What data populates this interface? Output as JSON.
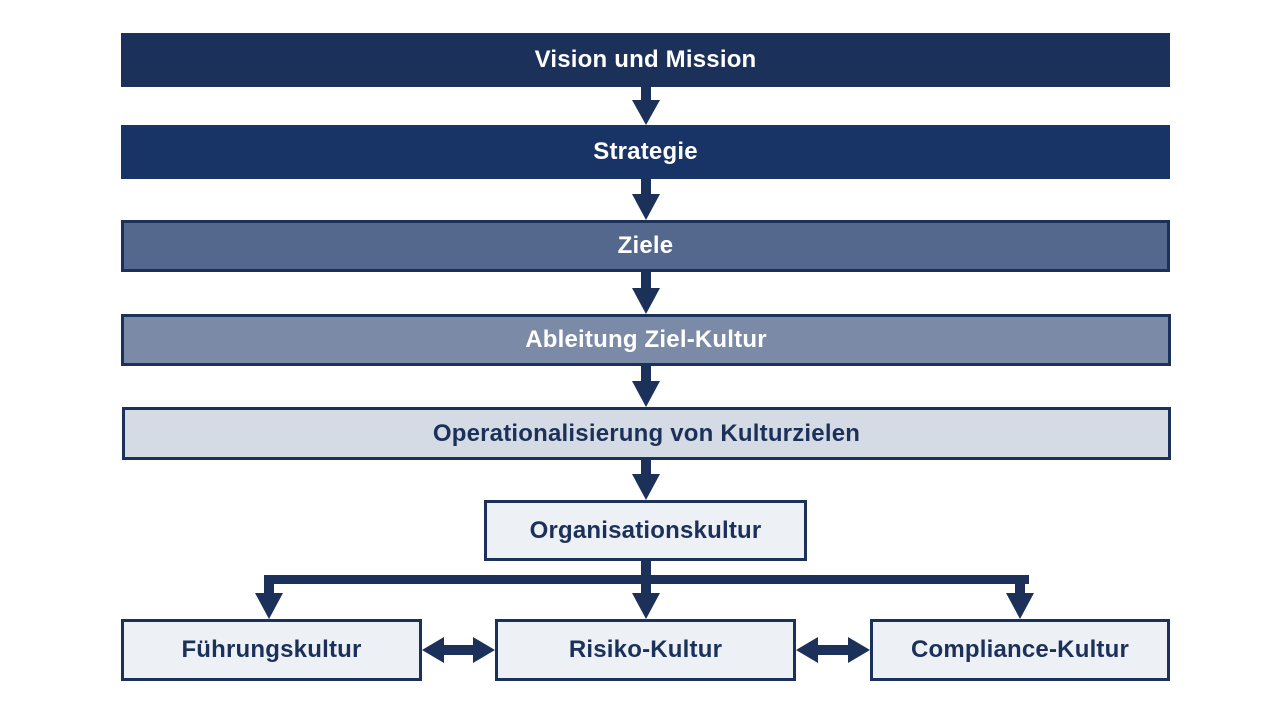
{
  "diagram": {
    "nodes": {
      "vision": "Vision und Mission",
      "strategie": "Strategie",
      "ziele": "Ziele",
      "ableitung": "Ableitung Ziel-Kultur",
      "operationalisierung": "Operationalisierung von Kulturzielen",
      "organisationskultur": "Organisationskultur",
      "fuehrungskultur": "Führungskultur",
      "risikokultur": "Risiko-Kultur",
      "compliancekultur": "Compliance-Kultur"
    },
    "edges": [
      {
        "from": "vision",
        "to": "strategie",
        "type": "down-arrow"
      },
      {
        "from": "strategie",
        "to": "ziele",
        "type": "down-arrow"
      },
      {
        "from": "ziele",
        "to": "ableitung",
        "type": "down-arrow"
      },
      {
        "from": "ableitung",
        "to": "operationalisierung",
        "type": "down-arrow"
      },
      {
        "from": "operationalisierung",
        "to": "organisationskultur",
        "type": "down-arrow"
      },
      {
        "from": "organisationskultur",
        "to": "fuehrungskultur",
        "type": "branch-arrow"
      },
      {
        "from": "organisationskultur",
        "to": "risikokultur",
        "type": "branch-arrow"
      },
      {
        "from": "organisationskultur",
        "to": "compliancekultur",
        "type": "branch-arrow"
      },
      {
        "from": "fuehrungskultur",
        "to": "risikokultur",
        "type": "double-arrow"
      },
      {
        "from": "risikokultur",
        "to": "compliancekultur",
        "type": "double-arrow"
      }
    ],
    "colors": {
      "dark_navy": "#1b3159",
      "navy": "#183365",
      "mid_blue": "#54688d",
      "light_blue": "#7a8aa7",
      "pale_blue": "#d5dbe4",
      "very_pale": "#edf0f5",
      "arrow": "#1b3159"
    }
  }
}
